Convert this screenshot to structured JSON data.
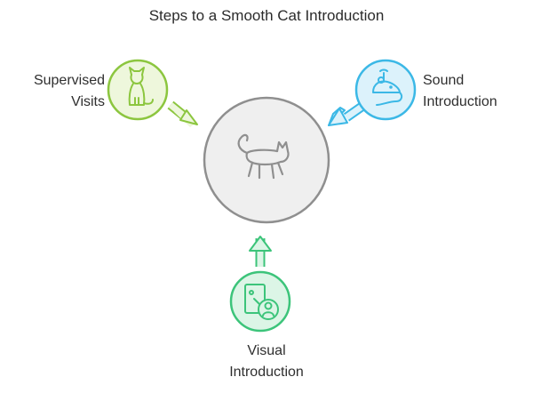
{
  "title": "Steps to a Smooth Cat Introduction",
  "center": {
    "icon": "cat-walking-icon"
  },
  "steps": [
    {
      "id": "supervised-visits",
      "lines": [
        "Supervised",
        "Visits"
      ],
      "icon": "sitting-cat-icon",
      "color": "#8cc63f",
      "fill": "#eef7dc"
    },
    {
      "id": "sound-introduction",
      "lines": [
        "Sound",
        "Introduction"
      ],
      "icon": "mouse-toy-icon",
      "color": "#3bb8e6",
      "fill": "#dcf2fb"
    },
    {
      "id": "visual-introduction",
      "lines": [
        "Visual",
        "Introduction"
      ],
      "icon": "photo-frame-person-icon",
      "color": "#3cc47a",
      "fill": "#dcf5e6"
    }
  ],
  "colors": {
    "center_stroke": "#8f8f8f",
    "center_fill": "#efefef",
    "text": "#2f2f2f"
  }
}
